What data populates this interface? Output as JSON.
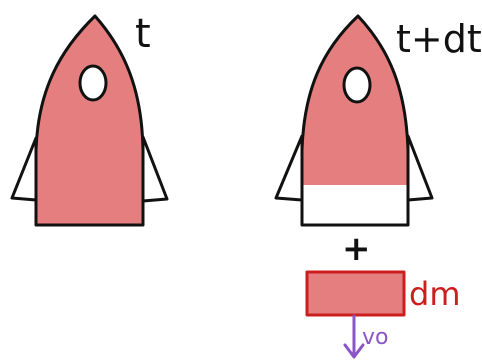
{
  "labels": {
    "time_t": "t",
    "time_t_dt": "t+dt",
    "plus": "+",
    "mass_element": "dm",
    "velocity": "vo"
  },
  "colors": {
    "body_fill": "#e57f7f",
    "outline": "#111111",
    "dm_outline": "#cc1e1e",
    "dm_text": "#cc1e1e",
    "arrow": "#8a55c9",
    "background": "#ffffff"
  }
}
